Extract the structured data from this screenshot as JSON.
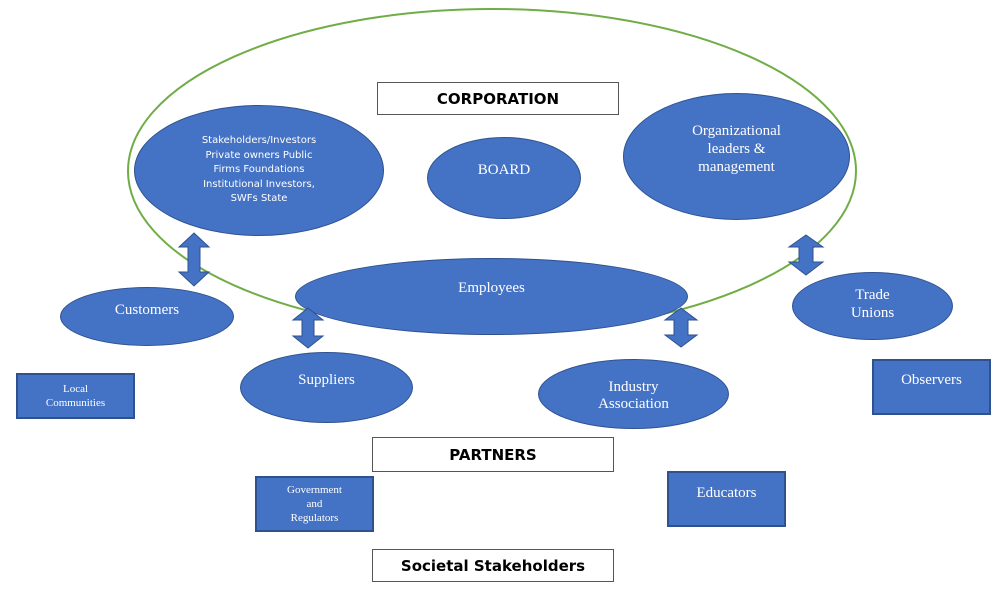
{
  "colors": {
    "node_fill": "#4472c4",
    "node_border": "#2f528f",
    "boundary_ellipse": "#70ad47",
    "arrow_fill": "#4472c4"
  },
  "labels": {
    "corporation": "CORPORATION",
    "partners": "PARTNERS",
    "societal": "Societal Stakeholders"
  },
  "nodes": {
    "stakeholders": "Stakeholders/Investors\nPrivate owners   Public\nFirms Foundations\nInstitutional Investors,\nSWFs State",
    "board": "BOARD",
    "org_leaders": "Organizational\nleaders &\nmanagement",
    "employees": "Employees",
    "customers": "Customers",
    "trade_unions": "Trade\nUnions",
    "suppliers": "Suppliers",
    "industry_association": "Industry\nAssociation",
    "local_communities": "Local\nCommunities",
    "observers": "Observers",
    "government": "Government\nand\nRegulators",
    "educators": "Educators"
  }
}
